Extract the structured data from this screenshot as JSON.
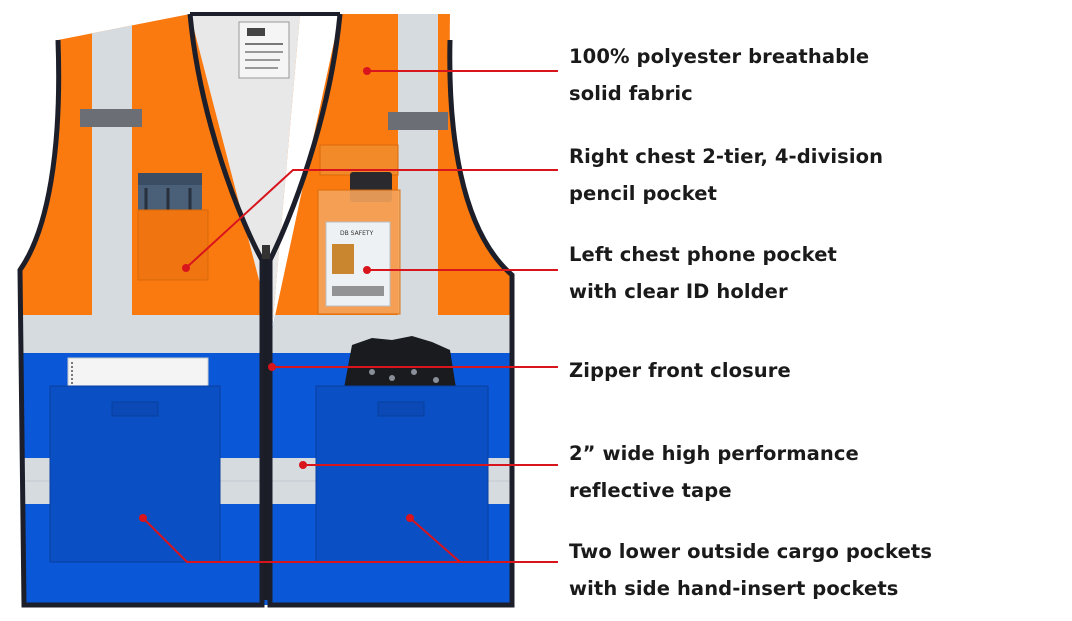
{
  "features": [
    {
      "line1": "100% polyester breathable",
      "line2": "solid fabric"
    },
    {
      "line1": "Right chest 2-tier, 4-division",
      "line2": "pencil pocket"
    },
    {
      "line1": "Left chest phone pocket",
      "line2": "with clear ID holder"
    },
    {
      "line1": "Zipper front closure",
      "line2": ""
    },
    {
      "line1": "2” wide high performance",
      "line2": "reflective tape"
    },
    {
      "line1": "Two lower outside cargo pockets",
      "line2": "with side hand-insert pockets"
    }
  ],
  "id_card": {
    "title": "DB SAFETY"
  },
  "colors": {
    "orange": "#fb7a10",
    "blue": "#0a57d8",
    "reflective": "#d6dbe0",
    "pointer": "#d8141d",
    "binding": "#1c1f2a"
  }
}
